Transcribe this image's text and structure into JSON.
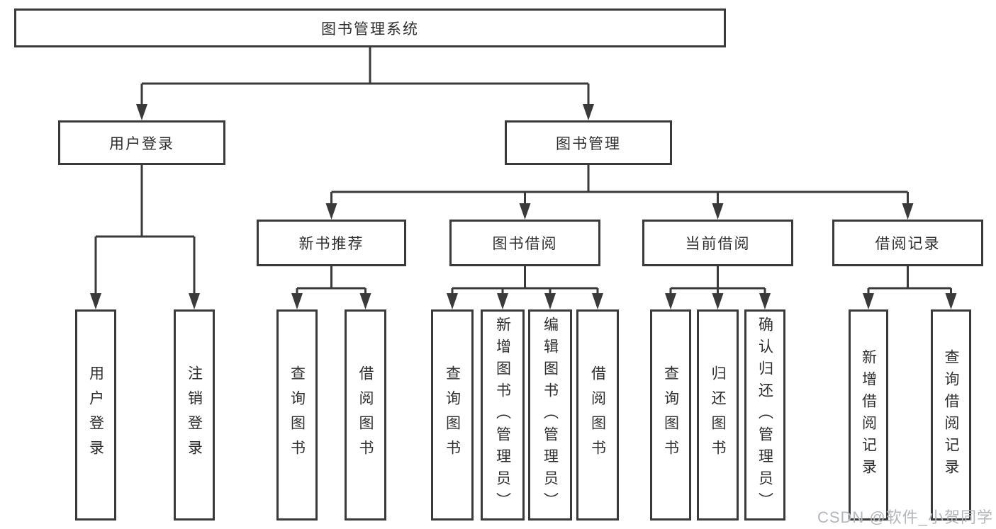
{
  "diagram": {
    "root": {
      "label": "图书管理系统"
    },
    "branches": [
      {
        "label": "用户登录",
        "children": [
          {
            "label": "用户登录"
          },
          {
            "label": "注销登录"
          }
        ]
      },
      {
        "label": "图书管理",
        "sections": [
          {
            "label": "新书推荐",
            "children": [
              {
                "label": "查询图书"
              },
              {
                "label": "借阅图书"
              }
            ]
          },
          {
            "label": "图书借阅",
            "children": [
              {
                "label": "查询图书"
              },
              {
                "label": "新增图书（管理员）"
              },
              {
                "label": "编辑图书（管理员）"
              },
              {
                "label": "借阅图书"
              }
            ]
          },
          {
            "label": "当前借阅",
            "children": [
              {
                "label": "查询图书"
              },
              {
                "label": "归还图书"
              },
              {
                "label": "确认归还（管理员）"
              }
            ]
          },
          {
            "label": "借阅记录",
            "children": [
              {
                "label": "新增借阅记录"
              },
              {
                "label": "查询借阅记录"
              }
            ]
          }
        ]
      }
    ]
  },
  "watermark": {
    "text": "CSDN @软件_小贺同学"
  },
  "colors": {
    "line": "#3a3a3a",
    "text": "#2e2e2e",
    "node_bg": "#ffffff",
    "canvas_bg": "#ffffff",
    "watermark": "#b3b6ba"
  }
}
